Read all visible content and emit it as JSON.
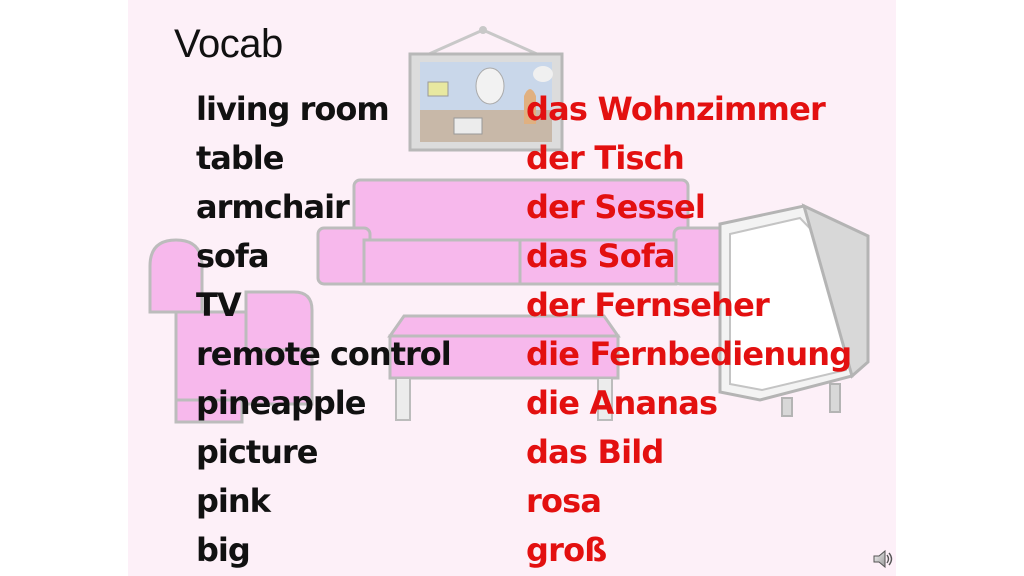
{
  "slide": {
    "title": "Vocab",
    "vocab": [
      {
        "english": "living room",
        "german": "das Wohnzimmer"
      },
      {
        "english": "table",
        "german": "der Tisch"
      },
      {
        "english": "armchair",
        "german": "der Sessel"
      },
      {
        "english": "sofa",
        "german": "das Sofa"
      },
      {
        "english": "TV",
        "german": "der Fernseher"
      },
      {
        "english": "remote control",
        "german": "die Fernbedienung"
      },
      {
        "english": "pineapple",
        "german": "die Ananas"
      },
      {
        "english": "picture",
        "german": "das Bild"
      },
      {
        "english": "pink",
        "german": "rosa"
      },
      {
        "english": "big",
        "german": "groß"
      }
    ]
  },
  "icons": {
    "audio": "speaker-icon"
  },
  "colors": {
    "background": "#fdf0f8",
    "english_text": "#111111",
    "german_text": "#e31010",
    "furniture_pink": "#f7b8ec",
    "furniture_outline": "#bfbfbf"
  }
}
